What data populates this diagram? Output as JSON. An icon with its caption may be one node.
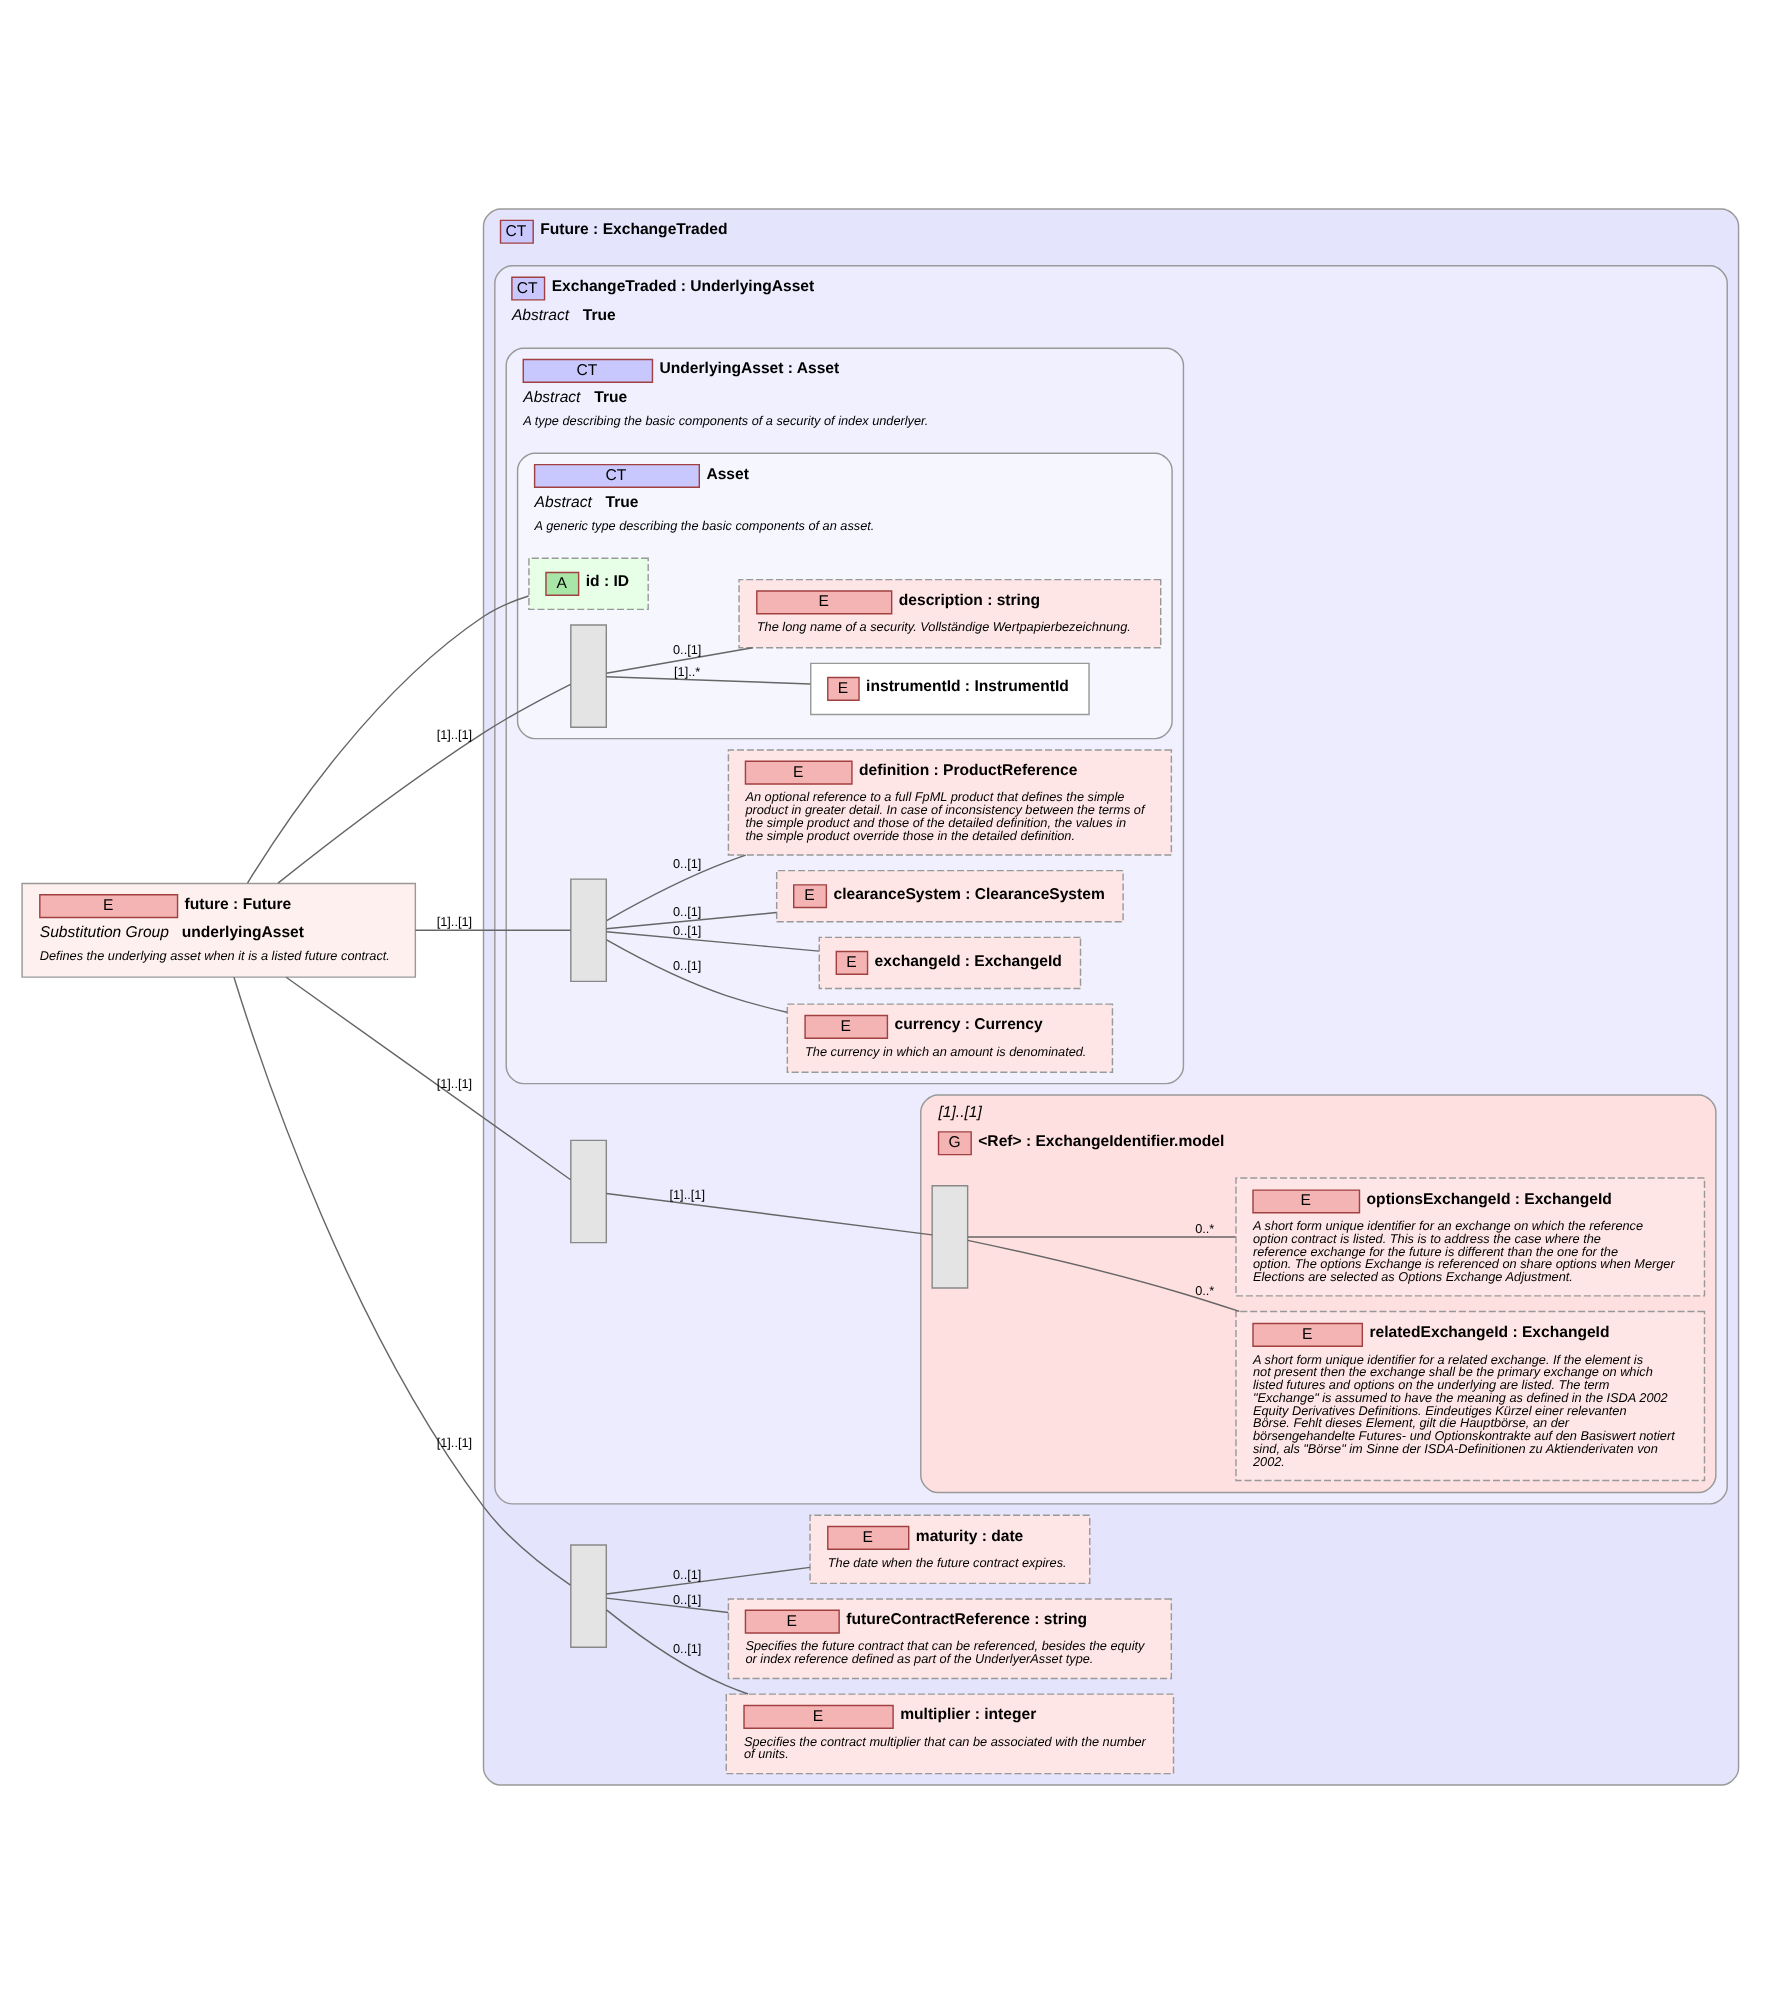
{
  "diagram": {
    "nodes": [
      {
        "text": [
          "E",
          "future : Future",
          "Substitution Group",
          "underlyingAsset",
          "Defines the underlying asset when it is a listed future contract."
        ]
      },
      {
        "text": [
          "CT",
          "Future : ExchangeTraded"
        ]
      },
      {
        "text": [
          "CT",
          "ExchangeTraded : UnderlyingAsset",
          "Abstract",
          "True"
        ],
        "in": 1
      },
      {
        "text": [
          "CT",
          "UnderlyingAsset : Asset",
          "Abstract",
          "True",
          "A type describing the basic components of a security of index underlyer."
        ],
        "in": 2
      },
      {
        "text": [
          "CT",
          "Asset",
          "Abstract",
          "True",
          "A generic type describing the basic components of an asset."
        ],
        "in": 3
      },
      {
        "text": [
          "A",
          "id : ID"
        ],
        "in": 4
      },
      {
        "text": [],
        "shape": "box",
        "in": 4
      },
      {
        "text": [
          "E",
          "instrumentId : InstrumentId"
        ],
        "in": 4
      },
      {
        "text": [
          "E",
          "description : string",
          "The long name of a security. Vollständige Wertpapierbezeichnung."
        ],
        "in": 4
      },
      {
        "text": [],
        "shape": "box",
        "in": 3
      },
      {
        "text": [
          "E",
          "currency : Currency",
          "The currency in which an amount is denominated."
        ],
        "in": 3
      },
      {
        "text": [
          "E",
          "exchangeId : ExchangeId"
        ],
        "in": 3
      },
      {
        "text": [
          "E",
          "clearanceSystem : ClearanceSystem"
        ],
        "in": 3
      },
      {
        "text": [
          "E",
          "definition : ProductReference",
          "An optional reference to a full FpML product that defines the simple product in greater detail. In case of inconsistency between the terms of the simple product and those of the detailed definition, the values in the simple product override those in the detailed definition."
        ],
        "in": 3
      },
      {
        "text": [],
        "shape": "box",
        "in": 2
      },
      {
        "text": [
          "G",
          "<Ref> : ExchangeIdentifier.model"
        ],
        "beside": [
          "[1]..[1]"
        ],
        "in": 2
      },
      {
        "text": [],
        "shape": "box",
        "in": 15
      },
      {
        "text": [
          "E",
          "relatedExchangeId : ExchangeId",
          "A short form unique identifier for a related exchange. If the element is not present then the exchange shall be the primary exchange on which listed futures and options on the underlying are listed. The term \"Exchange\" is assumed to have the meaning as defined in the ISDA 2002 Equity Derivatives Definitions. Eindeutiges Kürzel einer relevanten Börse. Fehlt dieses Element, gilt die Hauptbörse, an der börsengehandelte Futures- und Optionskontrakte auf den Basiswert notiert sind, als \"Börse\" im Sinne der ISDA-Definitionen zu Aktienderivaten von 2002."
        ],
        "in": 15
      },
      {
        "text": [
          "E",
          "optionsExchangeId : ExchangeId",
          "A short form unique identifier for an exchange on which the reference option contract is listed. This is to address the case where the reference exchange for the future is different than the one for the option. The options Exchange is referenced on share options when Merger Elections are selected as Options Exchange Adjustment."
        ],
        "in": 15
      },
      {
        "text": [],
        "shape": "box",
        "in": 1
      },
      {
        "text": [
          "E",
          "multiplier : integer",
          "Specifies the contract multiplier that can be associated with the number of units."
        ],
        "in": 1
      },
      {
        "text": [
          "E",
          "futureContractReference : string",
          "Specifies the future contract that can be referenced, besides the equity or index reference defined as part of the UnderlyerAsset type."
        ],
        "in": 1
      },
      {
        "text": [
          "E",
          "maturity : date",
          "The date when the future contract expires."
        ],
        "in": 1
      }
    ],
    "edges": [
      {
        "from": 0,
        "to": 5,
        "arrow": "none"
      },
      {
        "from": 0,
        "to": 6,
        "arrow": "none",
        "label": "[1]..[1]"
      },
      {
        "from": 6,
        "to": 7,
        "arrow": "none",
        "label": "[1]..*"
      },
      {
        "from": 6,
        "to": 8,
        "arrow": "none",
        "label": "0..[1]"
      },
      {
        "from": 0,
        "to": 9,
        "arrow": "none",
        "label": "[1]..[1]"
      },
      {
        "from": 9,
        "to": 10,
        "arrow": "none",
        "label": "0..[1]"
      },
      {
        "from": 9,
        "to": 11,
        "arrow": "none",
        "label": "0..[1]"
      },
      {
        "from": 9,
        "to": 12,
        "arrow": "none",
        "label": "0..[1]"
      },
      {
        "from": 9,
        "to": 13,
        "arrow": "none",
        "label": "0..[1]"
      },
      {
        "from": 0,
        "to": 14,
        "arrow": "none",
        "label": "[1]..[1]"
      },
      {
        "from": 14,
        "to": 16,
        "arrow": "none",
        "label": "[1]..[1]"
      },
      {
        "from": 16,
        "to": 17,
        "arrow": "none",
        "label": "0..*"
      },
      {
        "from": 16,
        "to": 18,
        "arrow": "none",
        "label": "0..*"
      },
      {
        "from": 0,
        "to": 19,
        "arrow": "none",
        "label": "[1]..[1]"
      },
      {
        "from": 19,
        "to": 20,
        "arrow": "none",
        "label": "0..[1]"
      },
      {
        "from": 19,
        "to": 21,
        "arrow": "none",
        "label": "0..[1]"
      },
      {
        "from": 19,
        "to": 22,
        "arrow": "none",
        "label": "0..[1]"
      }
    ]
  }
}
